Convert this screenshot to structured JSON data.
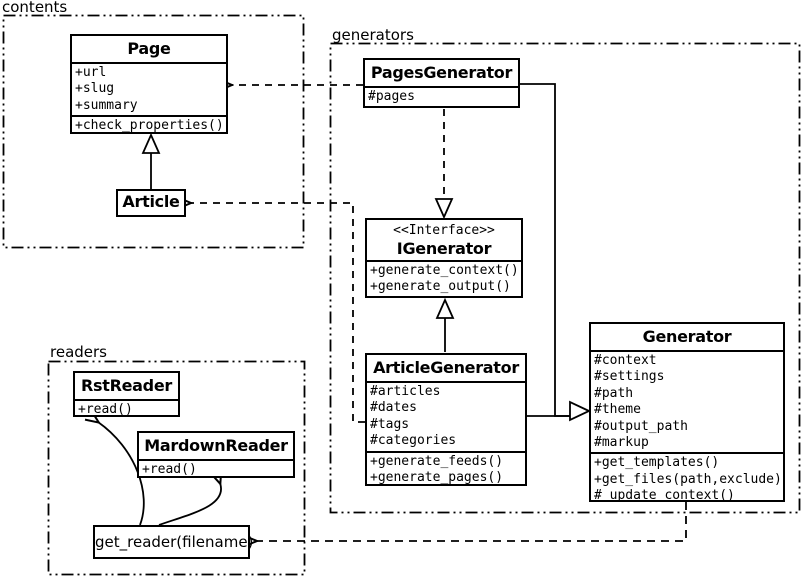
{
  "packages": {
    "contents": {
      "label": "contents"
    },
    "generators": {
      "label": "generators"
    },
    "readers": {
      "label": "readers"
    }
  },
  "classes": {
    "page": {
      "name": "Page",
      "attributes": [
        "+url",
        "+slug",
        "+summary"
      ],
      "methods": [
        "+check_properties()"
      ]
    },
    "article": {
      "name": "Article"
    },
    "pages_generator": {
      "name": "PagesGenerator",
      "attributes": [
        "#pages"
      ]
    },
    "igenerator": {
      "stereotype": "<<Interface>>",
      "name": "IGenerator",
      "methods": [
        "+generate_context()",
        "+generate_output()"
      ]
    },
    "article_generator": {
      "name": "ArticleGenerator",
      "attributes": [
        "#articles",
        "#dates",
        "#tags",
        "#categories"
      ],
      "methods": [
        "+generate_feeds()",
        "+generate_pages()"
      ]
    },
    "generator": {
      "name": "Generator",
      "attributes": [
        "#context",
        "#settings",
        "#path",
        "#theme",
        "#output_path",
        "#markup"
      ],
      "methods": [
        "+get_templates()",
        "+get_files(path,exclude)",
        "#_update_context()"
      ]
    },
    "rst_reader": {
      "name": "RstReader",
      "methods": [
        "+read()"
      ]
    },
    "markdown_reader": {
      "name": "MardownReader",
      "methods": [
        "+read()"
      ]
    },
    "get_reader": {
      "label": "get_reader(filename)"
    }
  },
  "colors": {
    "line": "#000000",
    "background": "#ffffff",
    "box_fill": "#ffffff"
  }
}
